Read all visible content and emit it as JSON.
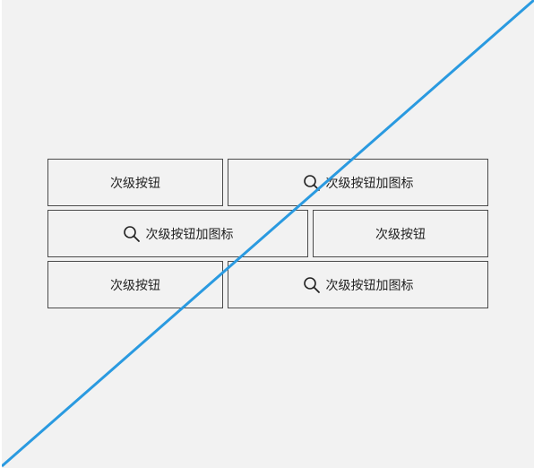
{
  "buttons": {
    "row1": {
      "left_label": "次级按钮",
      "right_label": "次级按钮加图标"
    },
    "row2": {
      "left_label": "次级按钮加图标",
      "right_label": "次级按钮"
    },
    "row3": {
      "left_label": "次级按钮",
      "right_label": "次级按钮加图标"
    }
  },
  "icons": {
    "search": "search-icon"
  },
  "colors": {
    "background": "#f2f2f2",
    "border": "#4a4a4a",
    "diagonal": "#2a9ae0"
  }
}
